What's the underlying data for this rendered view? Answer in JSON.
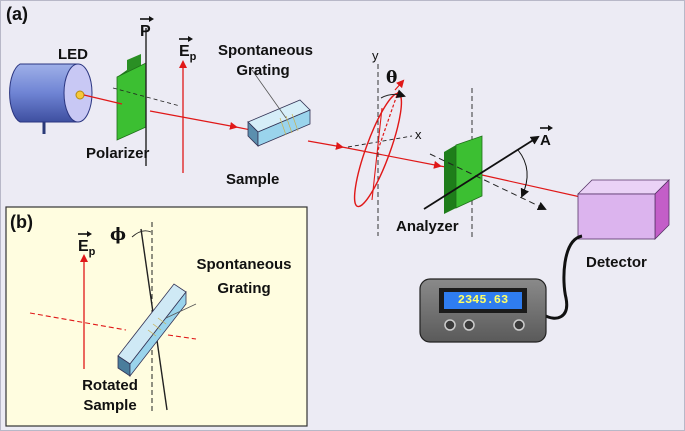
{
  "panels": {
    "a_label": "(a)",
    "b_label": "(b)"
  },
  "components": {
    "led": "LED",
    "polarizer": "Polarizer",
    "sample": "Sample",
    "spontaneous_grating_line1": "Spontaneous",
    "spontaneous_grating_line2": "Grating",
    "analyzer": "Analyzer",
    "detector": "Detector"
  },
  "vectors": {
    "p": "P",
    "ep_main": "E",
    "ep_sub": "p",
    "a": "A"
  },
  "axes": {
    "x": "x",
    "y": "y",
    "theta": "θ"
  },
  "meter": {
    "reading": "2345.63"
  },
  "inset": {
    "ep_main": "E",
    "ep_sub": "p",
    "phi": "ϕ",
    "spontaneous_grating_line1": "Spontaneous",
    "spontaneous_grating_line2": "Grating",
    "rotated_sample_line1": "Rotated",
    "rotated_sample_line2": "Sample"
  },
  "colors": {
    "beam": "#e01818",
    "polarizer_green": "#35b62e",
    "sample_blue": "#9ad4ec",
    "detector_violet": "#dcb4ee",
    "inset_bg": "#fffde0",
    "lcd_blue": "#2f7df0"
  }
}
